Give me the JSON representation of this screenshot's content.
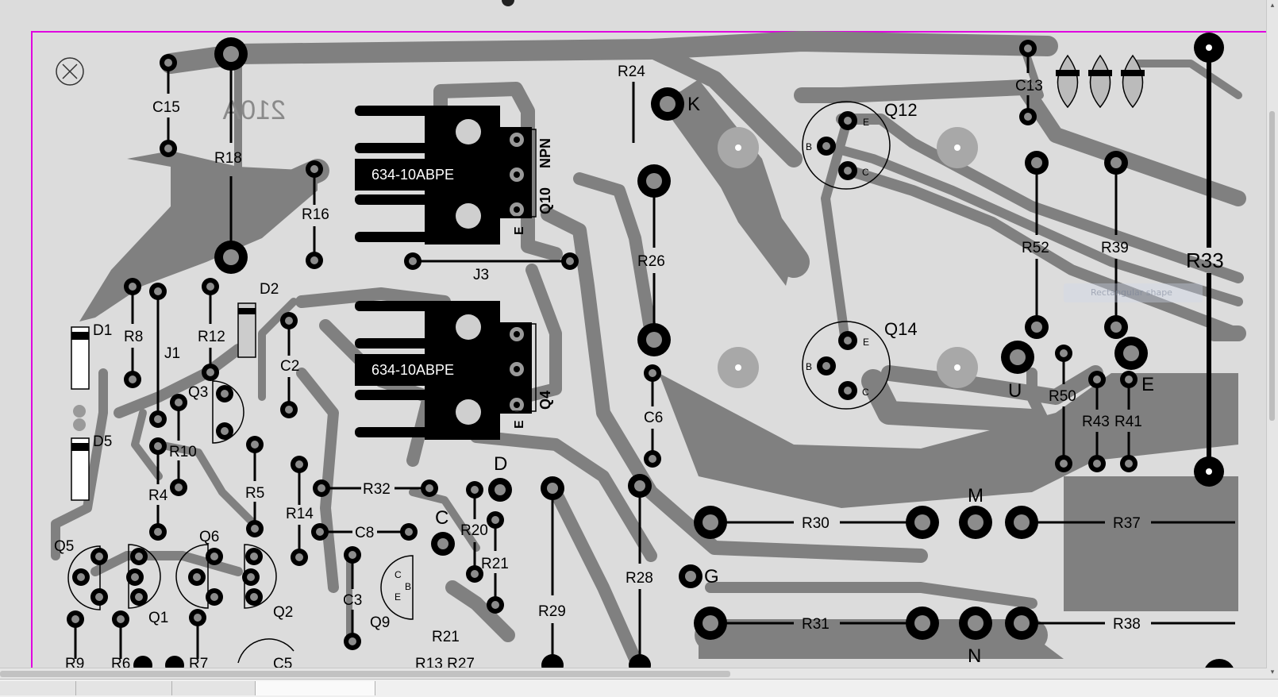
{
  "board": {
    "board_id": "210A",
    "outline_color": "#e000e0",
    "trace_color": "#808080",
    "background_color": "#dcdcdc",
    "pad_color": "#000000"
  },
  "heatsinks": [
    {
      "name": "heatsink-q10",
      "label": "634-10ABPE",
      "transistor": "Q10",
      "type": "NPN",
      "emitter": "E"
    },
    {
      "name": "heatsink-q4",
      "label": "634-10ABPE",
      "transistor": "Q4",
      "emitter": "E"
    }
  ],
  "transistors_large": [
    {
      "name": "Q12",
      "pins": [
        "E",
        "B",
        "C"
      ]
    },
    {
      "name": "Q14",
      "pins": [
        "E",
        "B",
        "C"
      ]
    }
  ],
  "small_transistors": [
    "Q1",
    "Q2",
    "Q3",
    "Q5",
    "Q6"
  ],
  "q9": {
    "name": "Q9",
    "pins": [
      "C",
      "B",
      "E"
    ]
  },
  "resistors": [
    "R18",
    "R16",
    "R8",
    "R12",
    "R10",
    "R4",
    "R5",
    "R14",
    "R32",
    "R20",
    "R21",
    "R21",
    "R24",
    "R26",
    "R28",
    "R29",
    "R30",
    "R31",
    "R37",
    "R38",
    "R52",
    "R39",
    "R50",
    "R43",
    "R41",
    "R33"
  ],
  "capacitors": [
    "C15",
    "C2",
    "C8",
    "C3",
    "C6",
    "C13"
  ],
  "diodes": [
    "D1",
    "D2",
    "D5"
  ],
  "jumpers": [
    "J1",
    "J3"
  ],
  "test_points": [
    "K",
    "D",
    "C",
    "G",
    "M",
    "N",
    "U",
    "E"
  ],
  "partially_visible": [
    "R9",
    "R6",
    "R7",
    "C5",
    "R13 R27"
  ],
  "tooltip_text": "Rectangular shape",
  "close_icon": "close-circle-icon"
}
